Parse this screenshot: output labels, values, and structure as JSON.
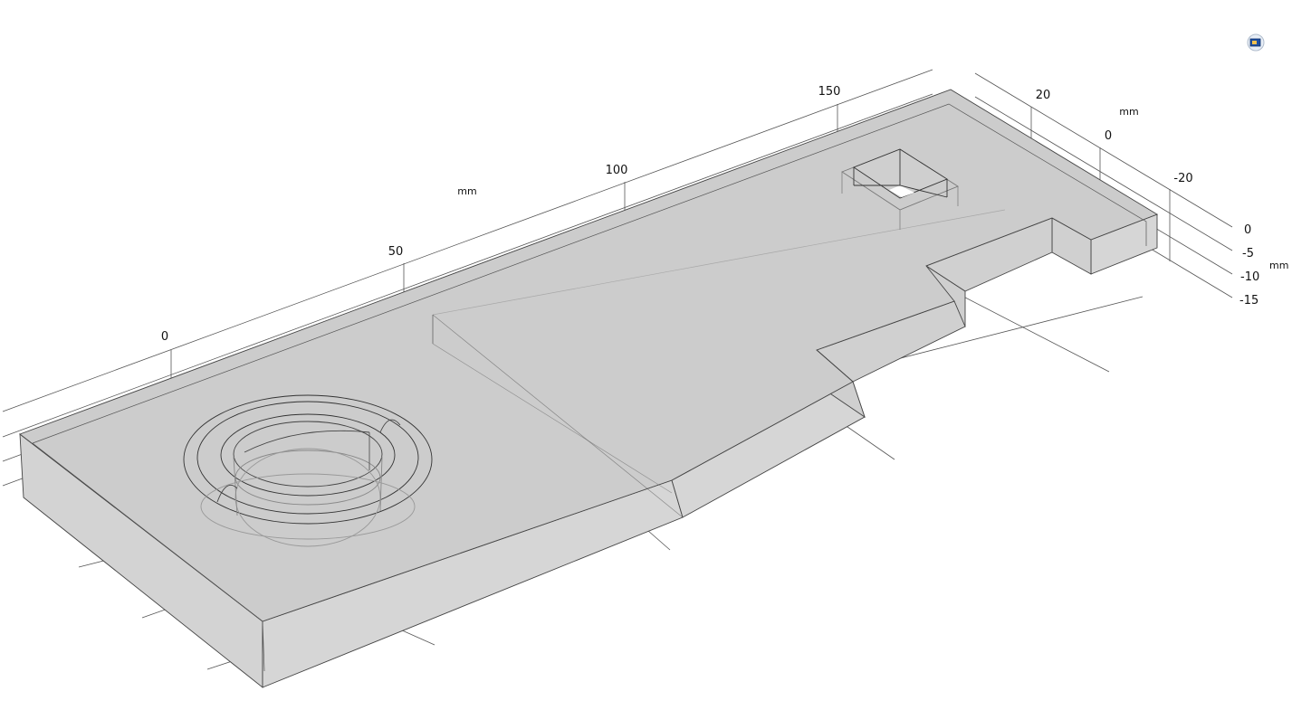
{
  "viewport": {
    "background": "#ffffff",
    "model_fill": "#cccccc",
    "edge_color": "#333333"
  },
  "axes": {
    "x": {
      "unit": "mm",
      "ticks": [
        "0",
        "50",
        "100",
        "150"
      ]
    },
    "y": {
      "unit": "mm",
      "ticks": [
        "20",
        "0",
        "-20"
      ]
    },
    "z": {
      "unit": "mm",
      "ticks": [
        "0",
        "-5",
        "-10",
        "-15"
      ]
    }
  },
  "icons": {
    "orientation_widget": "view-cube-icon"
  }
}
